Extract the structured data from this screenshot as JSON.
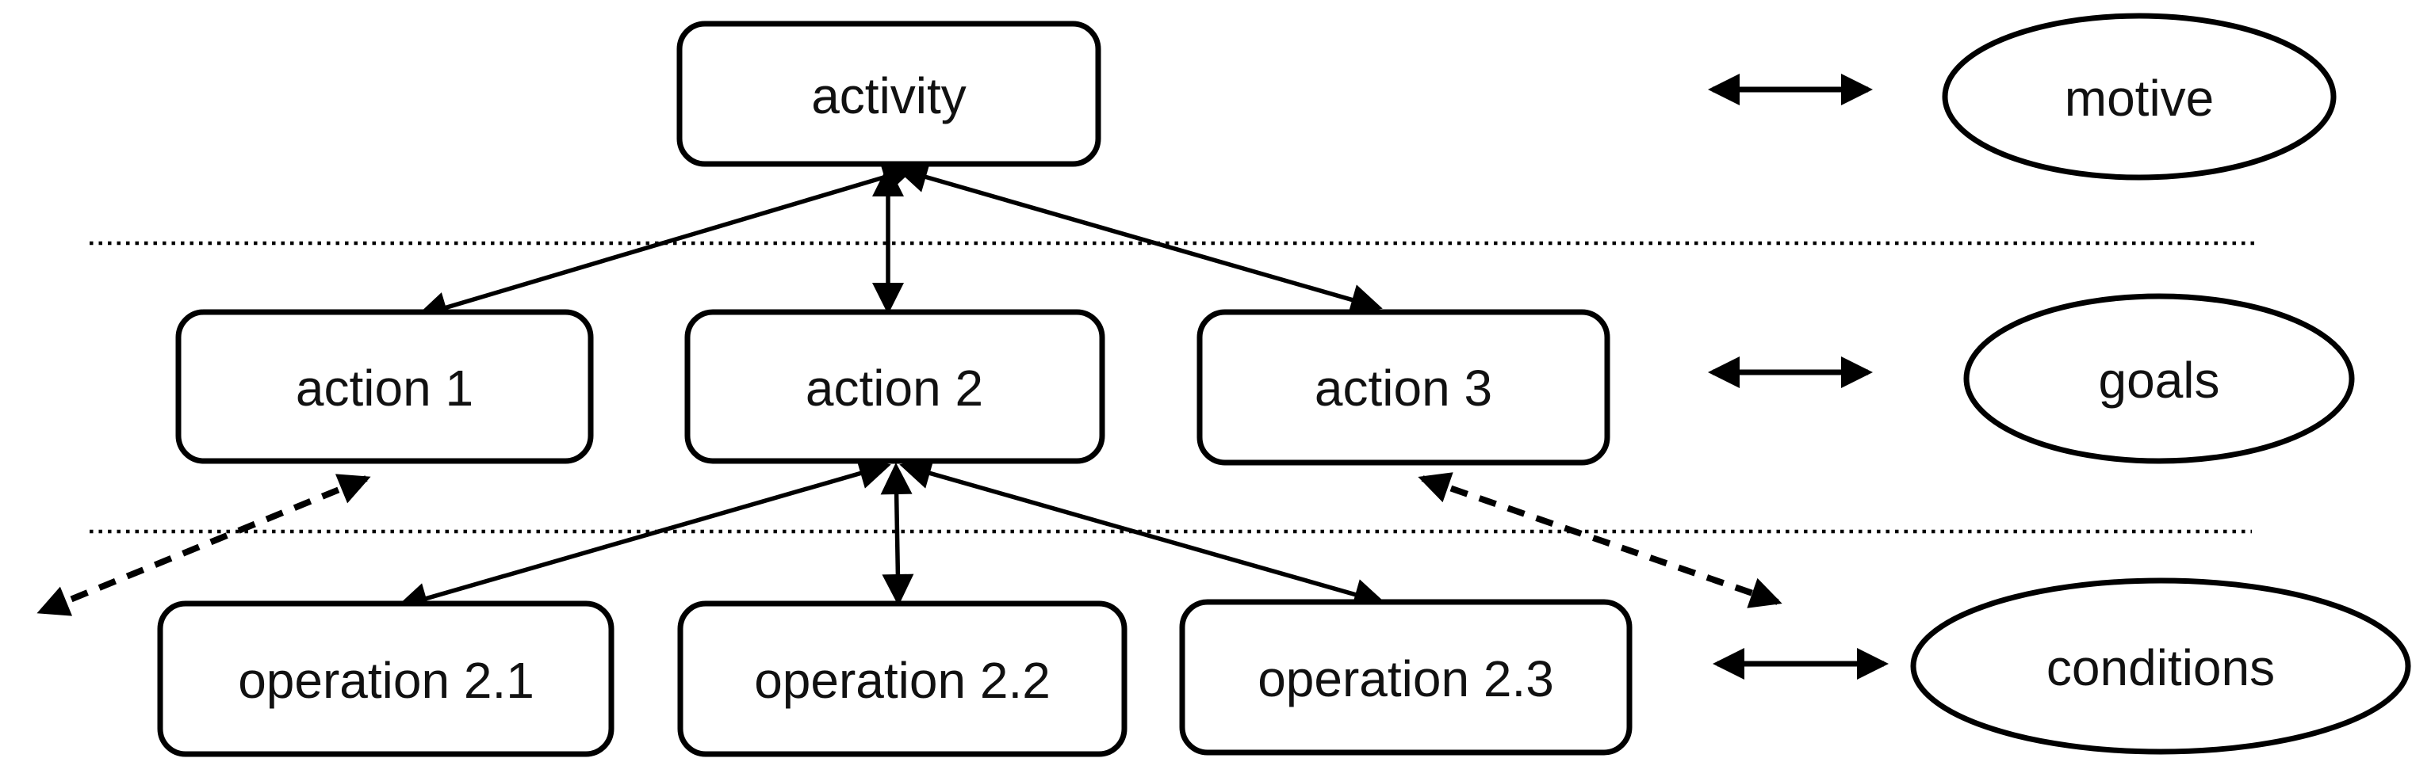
{
  "diagram": {
    "rows": [
      {
        "level_label": "motive",
        "nodes": [
          {
            "label": "activity"
          }
        ]
      },
      {
        "level_label": "goals",
        "nodes": [
          {
            "label": "action 1"
          },
          {
            "label": "action 2"
          },
          {
            "label": "action 3"
          }
        ]
      },
      {
        "level_label": "conditions",
        "nodes": [
          {
            "label": "operation 2.1"
          },
          {
            "label": "operation 2.2"
          },
          {
            "label": "operation 2.3"
          }
        ]
      }
    ],
    "colors": {
      "stroke": "#000000",
      "background": "#ffffff",
      "text": "#111111"
    }
  }
}
